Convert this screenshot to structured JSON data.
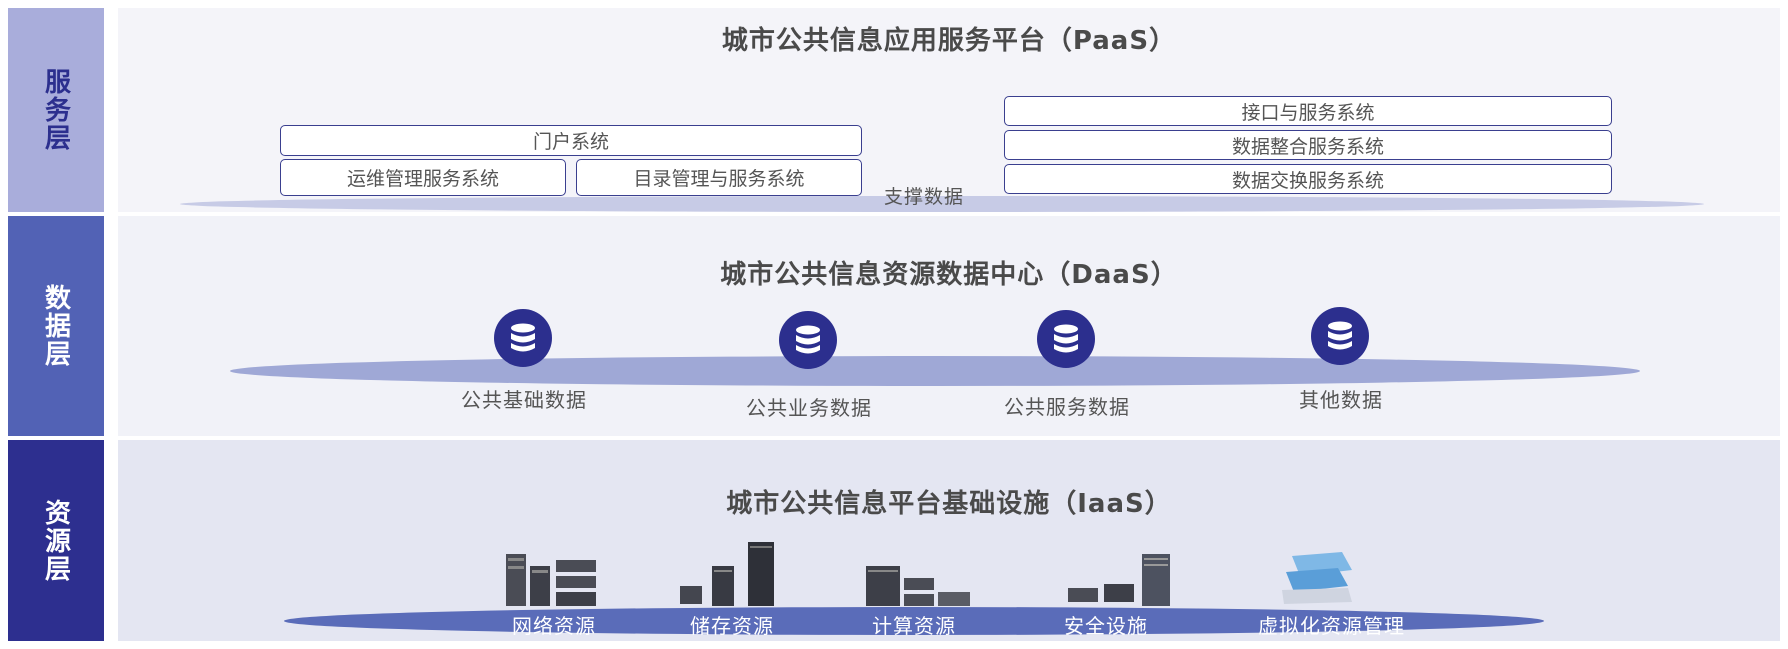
{
  "layers": {
    "service": {
      "label": "服务层",
      "title": "城市公共信息应用服务平台（PaaS）",
      "portal": "门户系统",
      "ops": "运维管理服务系统",
      "catalog": "目录管理与服务系统",
      "support": "支撑数据",
      "interface": "接口与服务系统",
      "integration": "数据整合服务系统",
      "exchange": "数据交换服务系统"
    },
    "data": {
      "label": "数据层",
      "title": "城市公共信息资源数据中心（DaaS）",
      "items": [
        "公共基础数据",
        "公共业务数据",
        "公共服务数据",
        "其他数据"
      ]
    },
    "resource": {
      "label": "资源层",
      "title": "城市公共信息平台基础设施（IaaS）",
      "items": [
        "网络资源",
        "储存资源",
        "计算资源",
        "安全设施",
        "虚拟化资源管理"
      ]
    }
  },
  "colors": {
    "service_label_bg": "#a9addb",
    "data_label_bg": "#5262b5",
    "resource_label_bg": "#2d2f8f",
    "service_panel_bg": "#f4f4f9",
    "data_panel_bg": "#f1f2f8",
    "resource_panel_bg": "#e4e6f2",
    "accent": "#2c2f8e"
  },
  "icons": [
    "database-icon",
    "network-server-icon",
    "storage-server-icon",
    "compute-server-icon",
    "security-appliance-icon",
    "virtualization-icon"
  ]
}
